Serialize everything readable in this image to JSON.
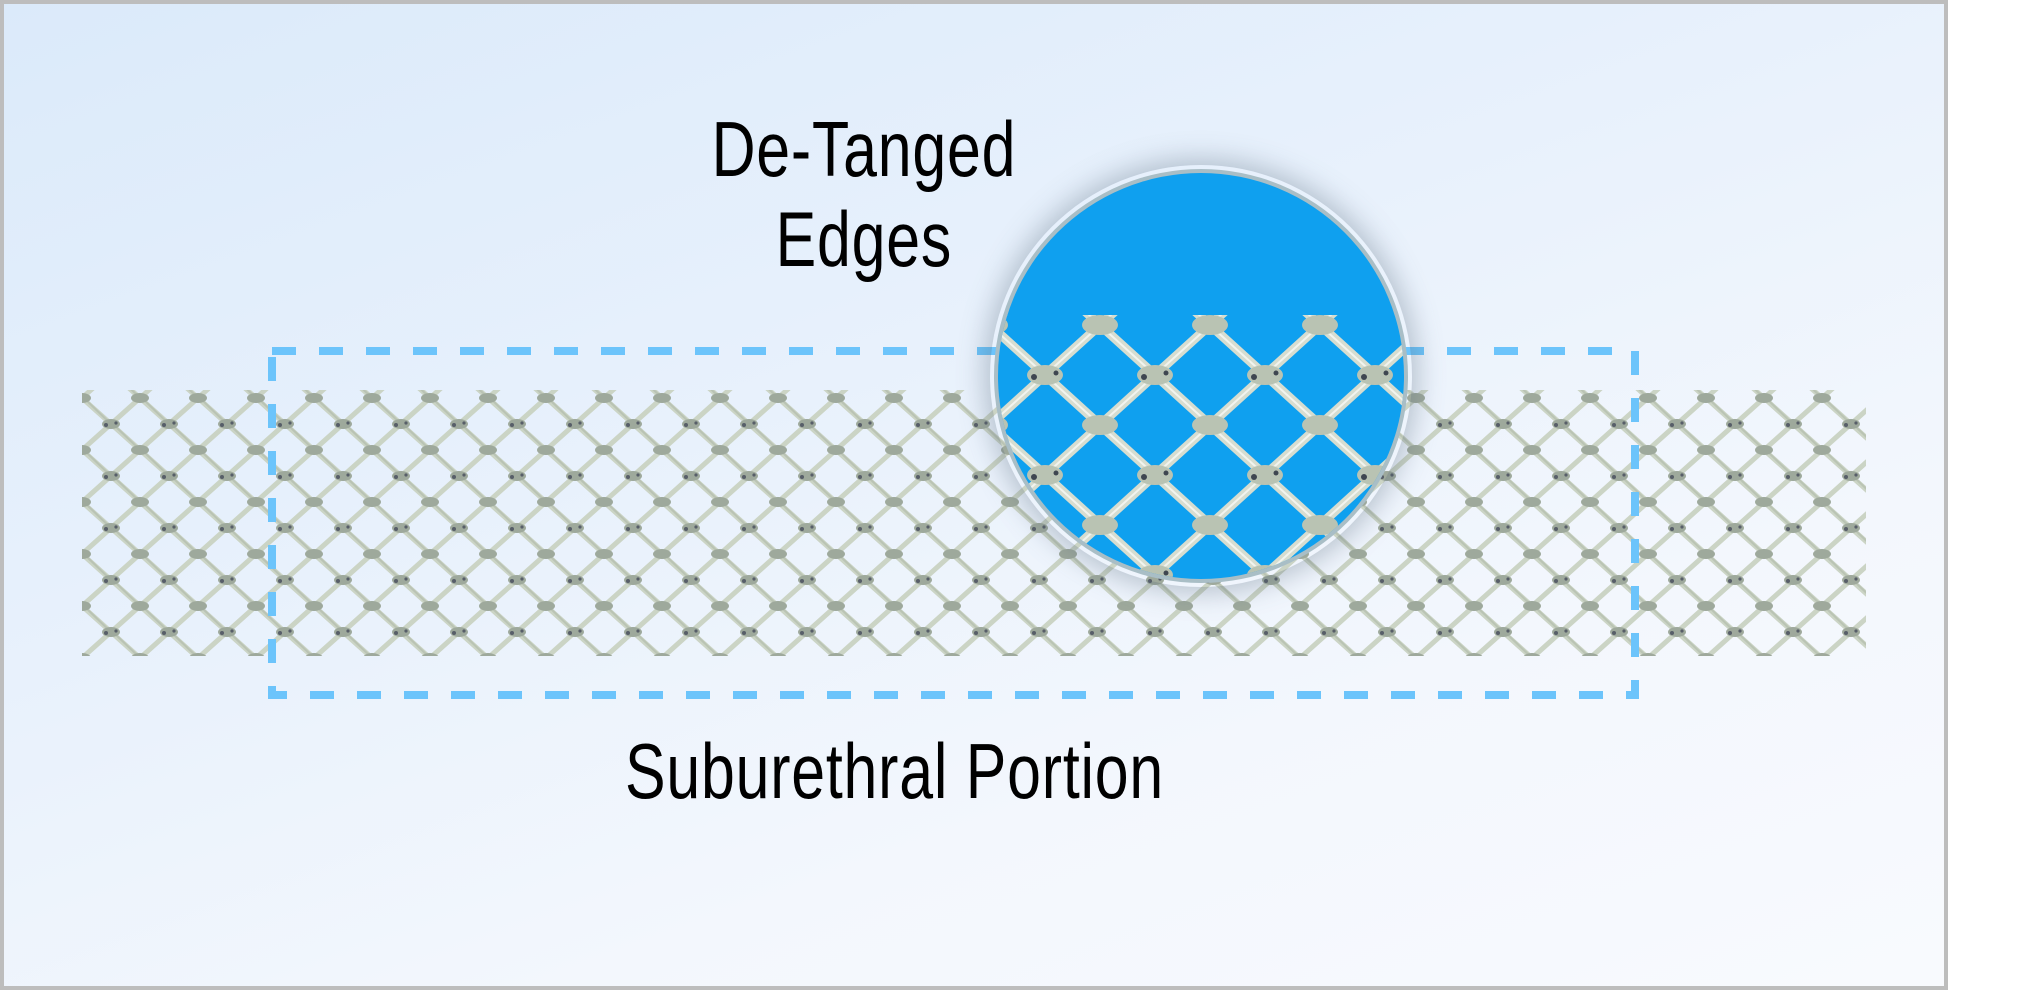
{
  "figure": {
    "labels": {
      "top_line1": "De-Tanged",
      "top_line2": "Edges",
      "bottom": "Suburethral Portion"
    },
    "colors": {
      "frame_border": "#bdbdbd",
      "background_top": "#dbeafa",
      "background_bottom": "#f8fafe",
      "dash_box": "#6cc4fb",
      "loupe_fill": "#0fa0ef",
      "loupe_ring": "#a9bec6",
      "mesh_strand": "#c9d2c2",
      "mesh_knot": "#7f8a80"
    },
    "elements": [
      {
        "name": "mesh-strip",
        "description": "horizontal knitted mesh tape"
      },
      {
        "name": "dashed-highlight-box",
        "description": "dashed outline around central suburethral portion"
      },
      {
        "name": "magnifier-loupe",
        "description": "circular zoom showing de-tanged mesh edge on blue"
      }
    ]
  }
}
